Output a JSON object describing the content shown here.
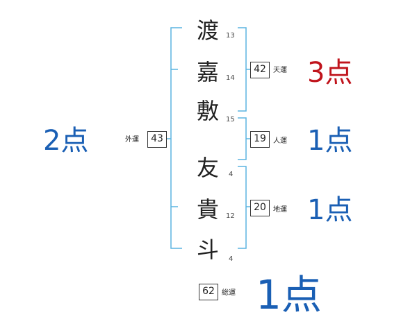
{
  "name": {
    "surname": [
      {
        "char": "渡",
        "strokes": "13"
      },
      {
        "char": "嘉",
        "strokes": "14"
      },
      {
        "char": "敷",
        "strokes": "15"
      }
    ],
    "given": [
      {
        "char": "友",
        "strokes": "4"
      },
      {
        "char": "貴",
        "strokes": "12"
      },
      {
        "char": "斗",
        "strokes": "4"
      }
    ]
  },
  "fortunes": {
    "gaiun": {
      "label": "外運",
      "value": "43",
      "score": "2点",
      "color": "#1a5fb4"
    },
    "tenun": {
      "label": "天運",
      "value": "42",
      "score": "3点",
      "color": "#c0141c"
    },
    "jinun": {
      "label": "人運",
      "value": "19",
      "score": "1点",
      "color": "#1a5fb4"
    },
    "chiun": {
      "label": "地運",
      "value": "20",
      "score": "1点",
      "color": "#1a5fb4"
    },
    "souun": {
      "label": "総運",
      "value": "62",
      "score": "1点",
      "color": "#1a5fb4"
    }
  },
  "colors": {
    "bracket": "#5ab4e0"
  }
}
